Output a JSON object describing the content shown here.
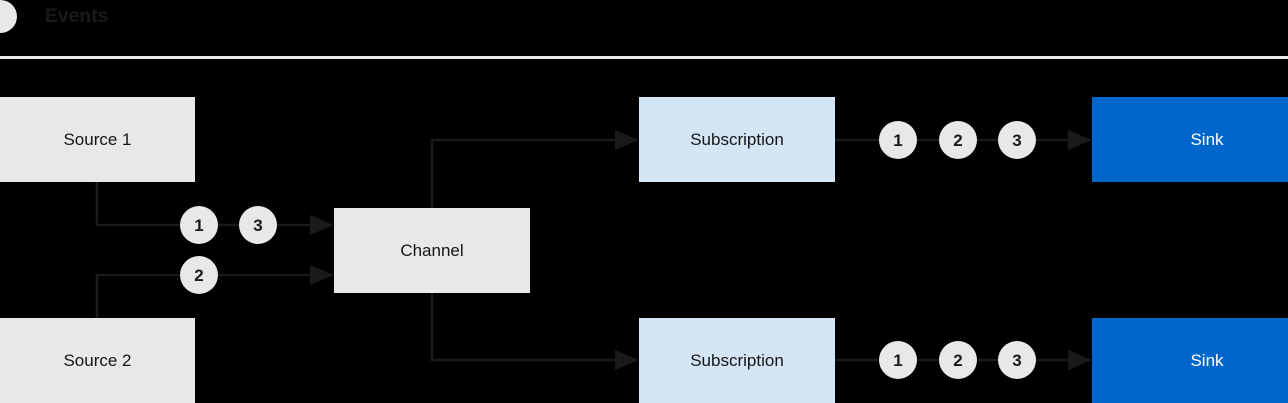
{
  "legend": {
    "marker_icon": "event-circle-icon",
    "label": "Events",
    "marker_color": "#e8e8e8",
    "divider_color": "#e8e8e8"
  },
  "colors": {
    "background": "#000000",
    "source_fill": "#e8e8e8",
    "channel_fill": "#e8e8e8",
    "subscription_fill": "#d4e5f5",
    "sink_fill": "#0066cc",
    "sink_text": "#ffffff",
    "node_text": "#151515",
    "connector": "#1a1a1a",
    "event_fill": "#e8e8e8",
    "event_text": "#1a1a1a"
  },
  "diagram": {
    "type": "flow",
    "nodes": {
      "source_1": {
        "label": "Source 1",
        "kind": "source"
      },
      "source_2": {
        "label": "Source 2",
        "kind": "source"
      },
      "channel": {
        "label": "Channel",
        "kind": "channel"
      },
      "subscription_top": {
        "label": "Subscription",
        "kind": "subscription"
      },
      "subscription_bottom": {
        "label": "Subscription",
        "kind": "subscription"
      },
      "sink_top": {
        "label": "Sink",
        "kind": "sink"
      },
      "sink_bottom": {
        "label": "Sink",
        "kind": "sink"
      }
    },
    "events": {
      "source1_to_channel": [
        "1",
        "3"
      ],
      "source2_to_channel": [
        "2"
      ],
      "subscription_top_to_sink": [
        "1",
        "2",
        "3"
      ],
      "subscription_bottom_to_sink": [
        "1",
        "2",
        "3"
      ]
    },
    "edges": [
      {
        "from": "source_1",
        "to": "channel"
      },
      {
        "from": "source_2",
        "to": "channel"
      },
      {
        "from": "channel",
        "to": "subscription_top"
      },
      {
        "from": "channel",
        "to": "subscription_bottom"
      },
      {
        "from": "subscription_top",
        "to": "sink_top"
      },
      {
        "from": "subscription_bottom",
        "to": "sink_bottom"
      }
    ]
  }
}
